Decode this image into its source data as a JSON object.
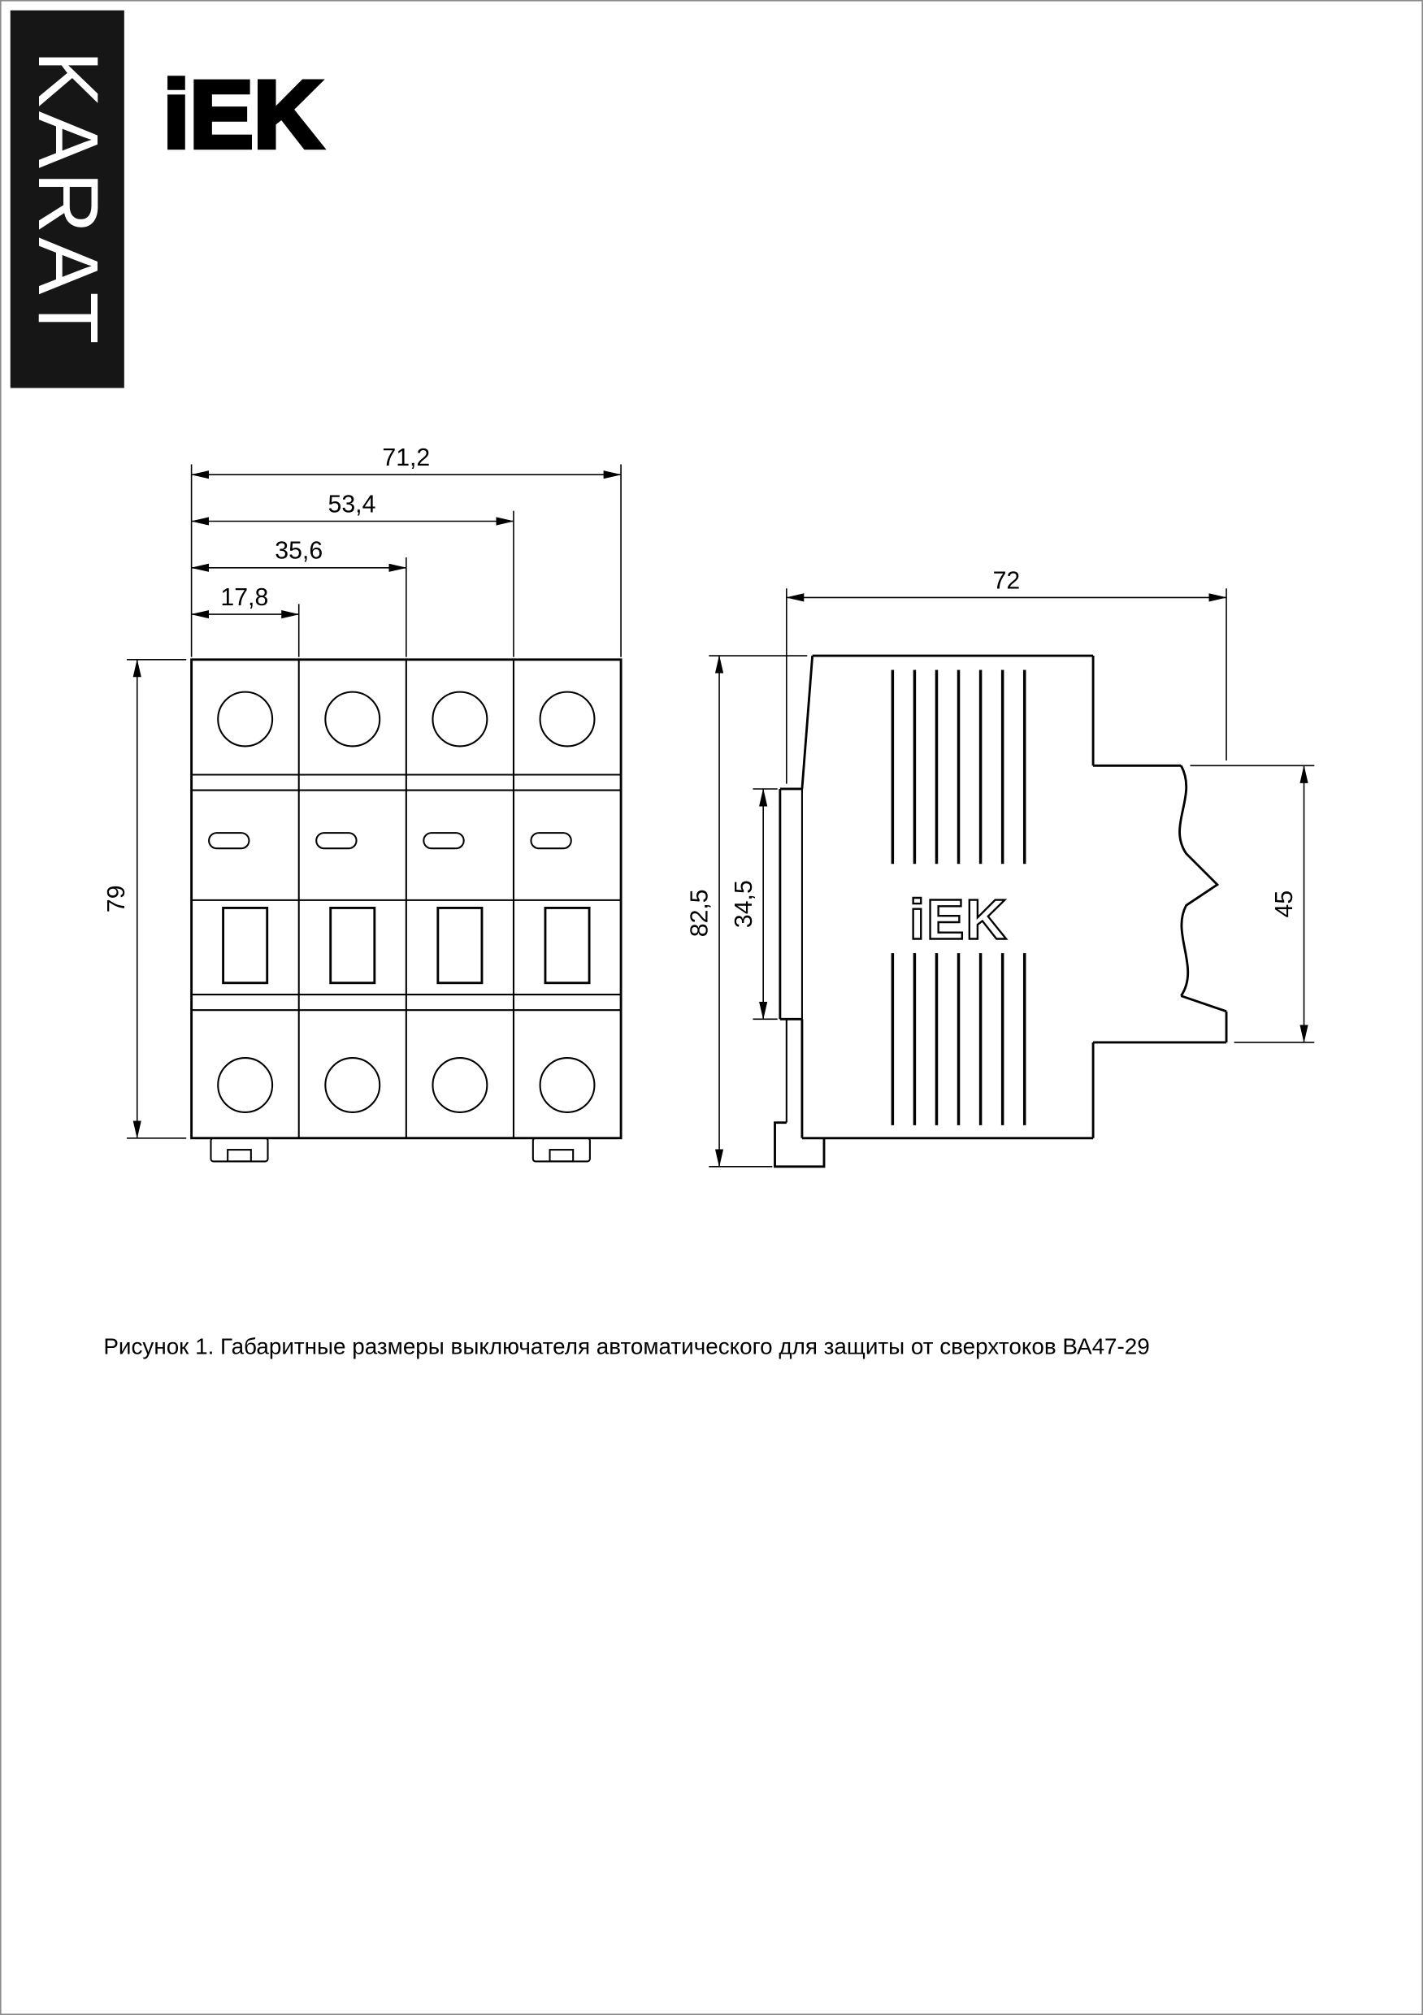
{
  "branding": {
    "banner": "KARAT",
    "logo": "iEK"
  },
  "figure": {
    "caption": "Рисунок 1. Габаритные размеры выключателя автоматического для защиты от сверхтоков ВА47-29"
  },
  "front_view": {
    "dim_width_full_mm": "71,2",
    "dim_width_3mod_mm": "53,4",
    "dim_width_2mod_mm": "35,6",
    "dim_width_1mod_mm": "17,8",
    "dim_height_mm": "79"
  },
  "side_view": {
    "dim_depth_mm": "72",
    "dim_height_mm": "82,5",
    "dim_rail_mm": "34,5",
    "dim_front_mm": "45",
    "logo": "iEK"
  }
}
